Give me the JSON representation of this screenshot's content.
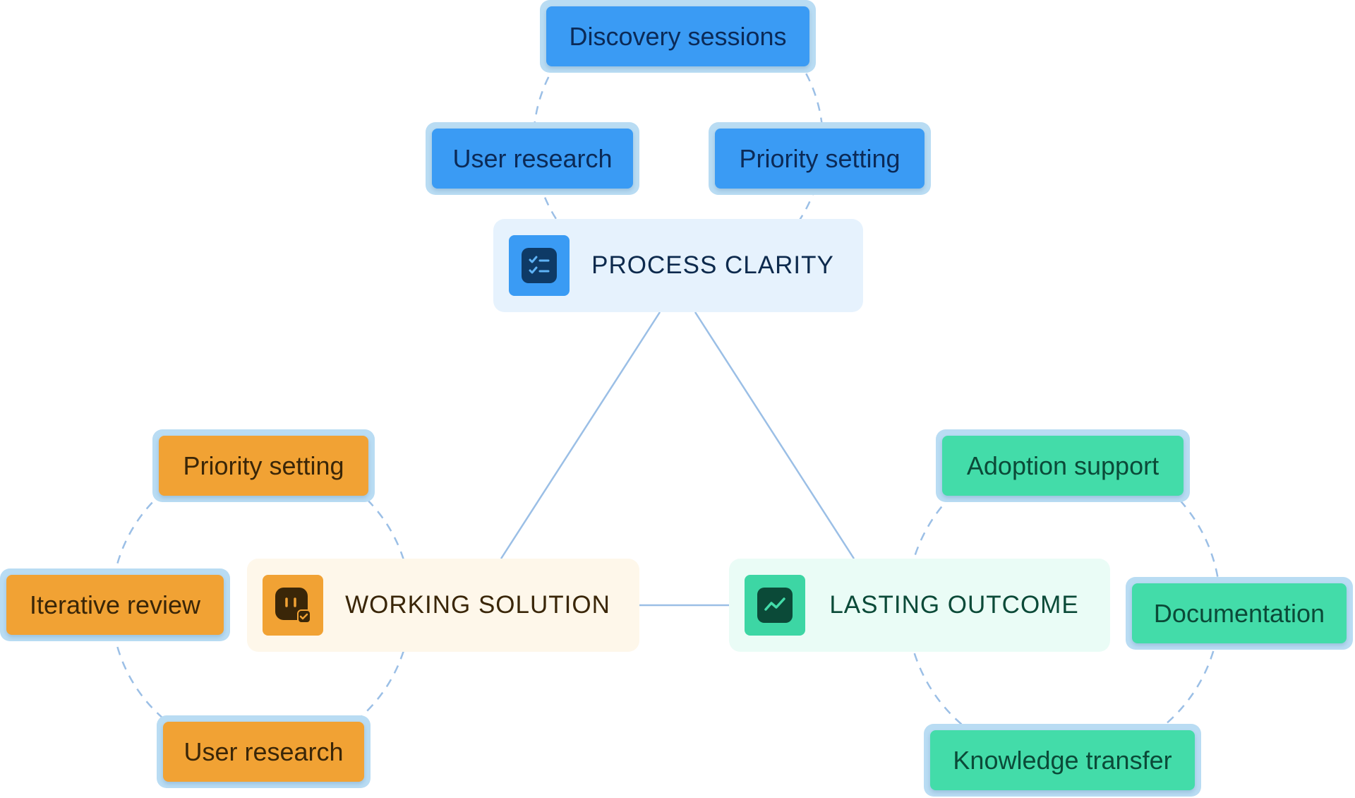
{
  "colors": {
    "blue_accent": "#3a9bf4",
    "orange_accent": "#f1a234",
    "green_accent": "#43dca9",
    "connector": "#9bbfe6",
    "chip_border": "#b9dcf3"
  },
  "hubs": {
    "process": {
      "label": "PROCESS CLARITY",
      "icon": "checklist-icon"
    },
    "working": {
      "label": "WORKING SOLUTION",
      "icon": "plug-check-icon"
    },
    "lasting": {
      "label": "LASTING OUTCOME",
      "icon": "trend-line-icon"
    }
  },
  "process_items": {
    "discovery": "Discovery sessions",
    "user_research": "User research",
    "priority_setting": "Priority setting"
  },
  "working_items": {
    "priority_setting": "Priority setting",
    "iterative_review": "Iterative review",
    "user_research": "User research"
  },
  "lasting_items": {
    "adoption_support": "Adoption support",
    "documentation": "Documentation",
    "knowledge_transfer": "Knowledge transfer"
  }
}
